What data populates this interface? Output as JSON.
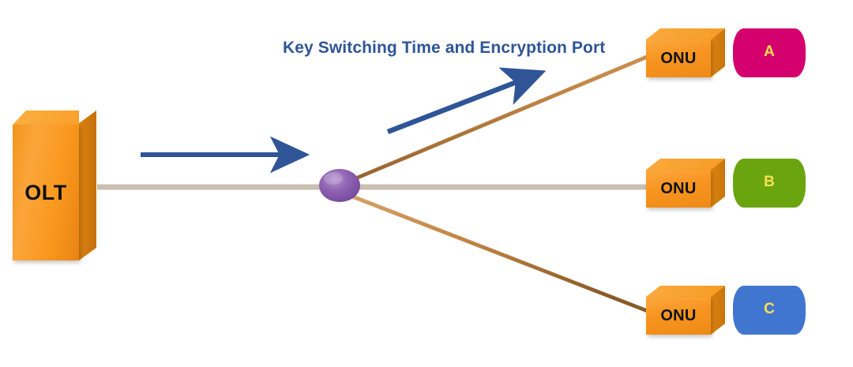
{
  "diagram": {
    "title": "Key Switching Time and Encryption Port",
    "title_color": "#2f5597"
  },
  "olt": {
    "label": "OLT",
    "color": "#f7941e"
  },
  "branches": [
    {
      "onu_label": "ONU",
      "terminal_letter": "A",
      "terminal_color": "#d4006e",
      "letter_color": "#ffe14d"
    },
    {
      "onu_label": "ONU",
      "terminal_letter": "B",
      "terminal_color": "#6aa510",
      "letter_color": "#ffe14d"
    },
    {
      "onu_label": "ONU",
      "terminal_letter": "C",
      "terminal_color": "#4176d0",
      "letter_color": "#ffe14d"
    }
  ],
  "splitter": {
    "name": "optical-splitter",
    "color": "#8e5fae"
  },
  "fiber": {
    "color": "#c0803f",
    "highlight": "#f0bb7a"
  },
  "arrows": [
    {
      "name": "feeder-direction-arrow",
      "color": "#2f5597"
    },
    {
      "name": "distribution-direction-arrow",
      "color": "#2f5597"
    }
  ]
}
